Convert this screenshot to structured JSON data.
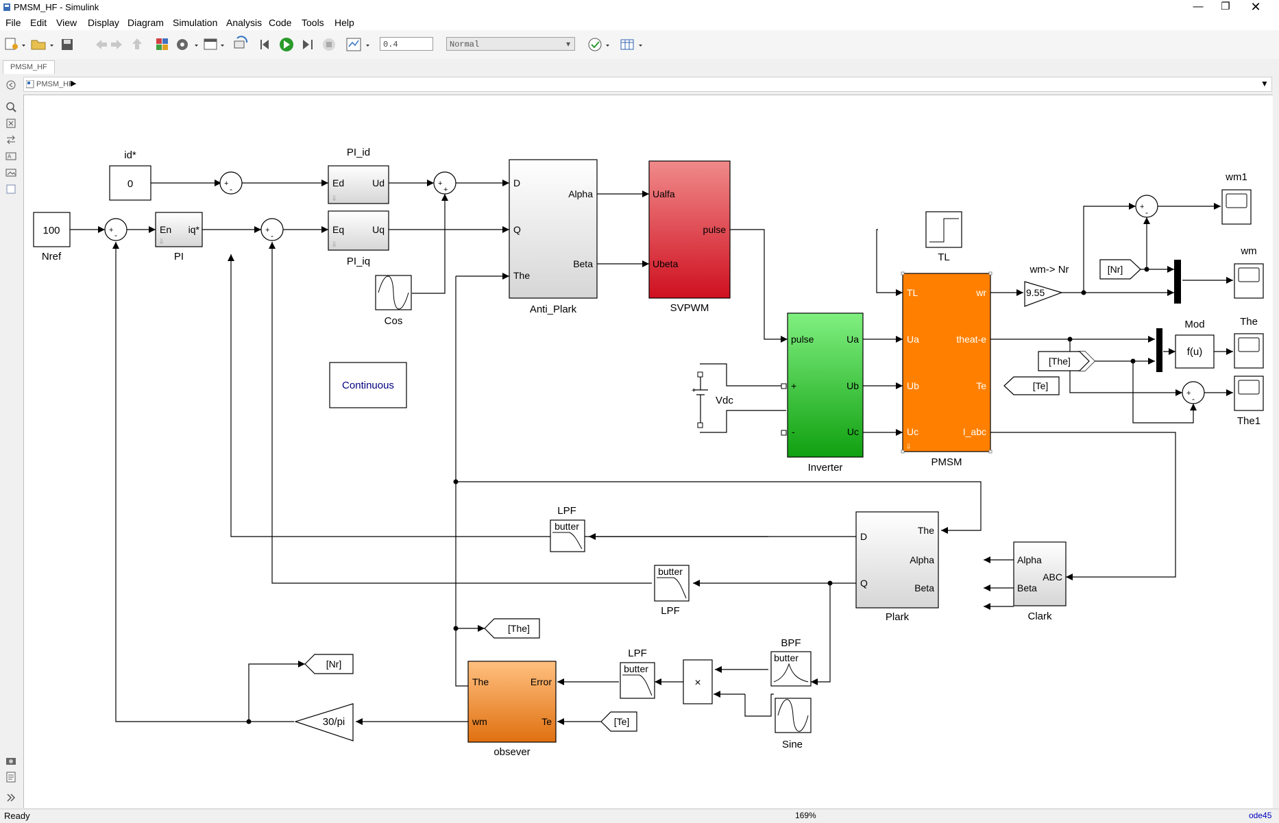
{
  "window": {
    "title": "PMSM_HF - Simulink"
  },
  "menu": [
    "File",
    "Edit",
    "View",
    "Display",
    "Diagram",
    "Simulation",
    "Analysis",
    "Code",
    "Tools",
    "Help"
  ],
  "toolbar": {
    "stop_time": "0.4",
    "sim_mode": "Normal"
  },
  "tab": {
    "label": "PMSM_HF"
  },
  "breadcrumb": {
    "model": "PMSM_HF"
  },
  "status": {
    "left": "Ready",
    "zoom": "169%",
    "solver": "ode45"
  },
  "blocks": {
    "id_star_label": "id*",
    "id_star_value": "0",
    "nref_value": "100",
    "nref_label": "Nref",
    "pi_label": "PI",
    "pi_in": "En",
    "pi_out": "iq*",
    "pi_id_label": "PI_id",
    "pi_id_in": "Ed",
    "pi_id_out": "Ud",
    "pi_iq_label": "PI_iq",
    "pi_iq_in": "Eq",
    "pi_iq_out": "Uq",
    "cos_label": "Cos",
    "anti_plark_label": "Anti_Plark",
    "ap_d": "D",
    "ap_q": "Q",
    "ap_the": "The",
    "ap_alpha": "Alpha",
    "ap_beta": "Beta",
    "svpwm_label": "SVPWM",
    "sv_ualfa": "Ualfa",
    "sv_ubeta": "Ubeta",
    "sv_pulse": "pulse",
    "continuous": "Continuous",
    "inverter_label": "Inverter",
    "inv_pulse": "pulse",
    "inv_plus": "+",
    "inv_minus": "-",
    "inv_ua": "Ua",
    "inv_ub": "Ub",
    "inv_uc": "Uc",
    "vdc_label": "Vdc",
    "tl_label": "TL",
    "pmsm_label": "PMSM",
    "pm_tl": "TL",
    "pm_ua": "Ua",
    "pm_ub": "Ub",
    "pm_uc": "Uc",
    "pm_wr": "wr",
    "pm_theat": "theat-e",
    "pm_te": "Te",
    "pm_iabc": "I_abc",
    "gain_label": "wm-> Nr",
    "gain_value": "9.55",
    "nr_from": "[Nr]",
    "the_from": "[The]",
    "te_goto": "[Te]",
    "wm1_label": "wm1",
    "wm_label": "wm",
    "the_scope": "The",
    "the1_scope": "The1",
    "mod_label": "Mod",
    "fcn_value": "f(u)",
    "lpf_label": "LPF",
    "butter": "butter",
    "bpf_label": "BPF",
    "plark_label": "Plark",
    "pl_d": "D",
    "pl_q": "Q",
    "pl_the": "The",
    "pl_alpha": "Alpha",
    "pl_beta": "Beta",
    "clark_label": "Clark",
    "cl_alpha": "Alpha",
    "cl_beta": "Beta",
    "cl_abc": "ABC",
    "the_goto": "[The]",
    "nr_goto": "[Nr]",
    "te_from": "[Te]",
    "observer_label": "obsever",
    "ob_the": "The",
    "ob_wm": "wm",
    "ob_error": "Error",
    "ob_te": "Te",
    "gain2_value": "30/pi",
    "sine_label": "Sine",
    "product_symbol": "×"
  },
  "colors": {
    "svpwm": "#e5323b",
    "inverter": "#22b522",
    "pmsm": "#ff8000",
    "observer": "#f08c28"
  }
}
